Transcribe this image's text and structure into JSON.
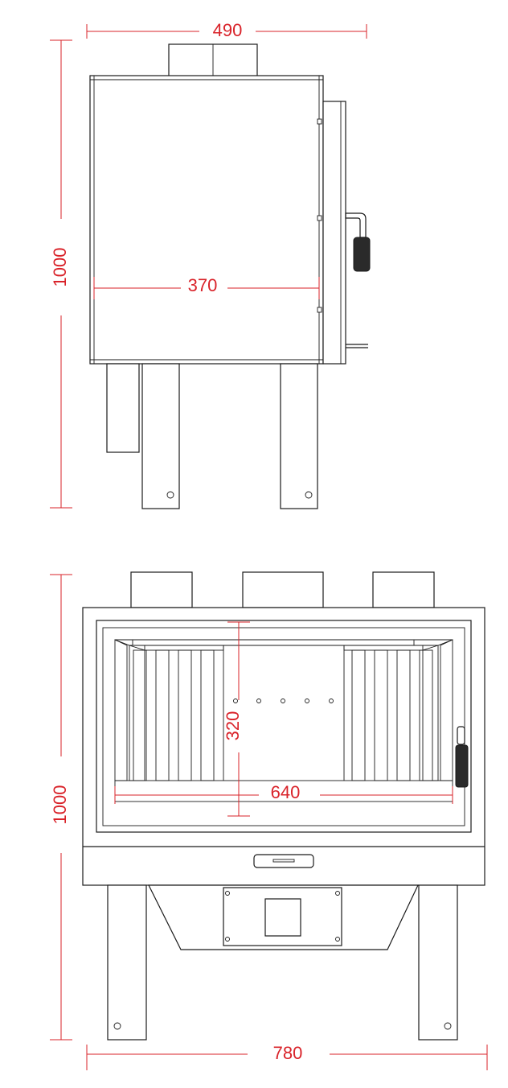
{
  "colors": {
    "dimension": "#d9232a",
    "outline": "#1a1a1a",
    "background": "#ffffff"
  },
  "side_view": {
    "dim_width": "490",
    "dim_height": "1000",
    "dim_depth": "370"
  },
  "front_view": {
    "dim_height": "1000",
    "dim_width": "780",
    "dim_opening_width": "640",
    "dim_opening_height": "320"
  }
}
